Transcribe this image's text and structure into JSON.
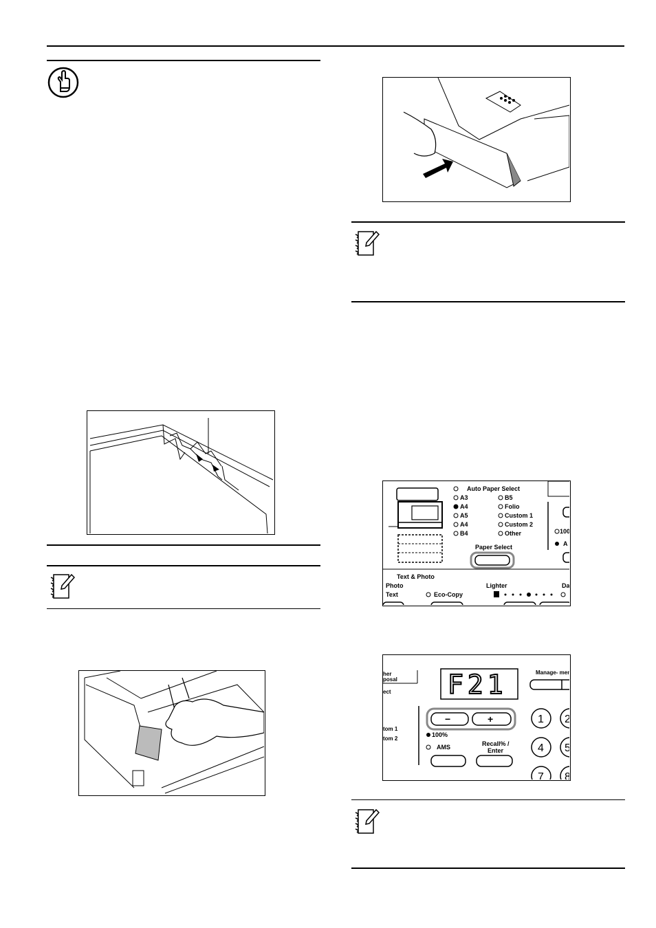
{
  "panel": {
    "auto_paper_select": "Auto Paper Select",
    "sizes_left": [
      "A3",
      "A4",
      "A5",
      "A4",
      "B4"
    ],
    "sizes_right": [
      "B5",
      "Folio",
      "Custom 1",
      "Custom 2",
      "Other"
    ],
    "selected_size": "A4",
    "paper_select": "Paper Select",
    "text_photo": "Text & Photo",
    "photo": "Photo",
    "text": "Text",
    "eco_copy": "Eco-Copy",
    "lighter": "Lighter",
    "darker_partial": "Da",
    "zoom_partial": "100",
    "a_partial": "A"
  },
  "panel2": {
    "display": "F21",
    "management": "Manage-\nment",
    "left_labels": [
      "her",
      "posal",
      "ect",
      "tom 1",
      "tom 2"
    ],
    "zoom_pct": "100%",
    "ams": "AMS",
    "recall": "Recall% /",
    "enter": "Enter",
    "minus": "−",
    "plus": "+",
    "keys": [
      "1",
      "4",
      "7"
    ],
    "keys_partial": [
      "2",
      "5",
      "8"
    ]
  }
}
